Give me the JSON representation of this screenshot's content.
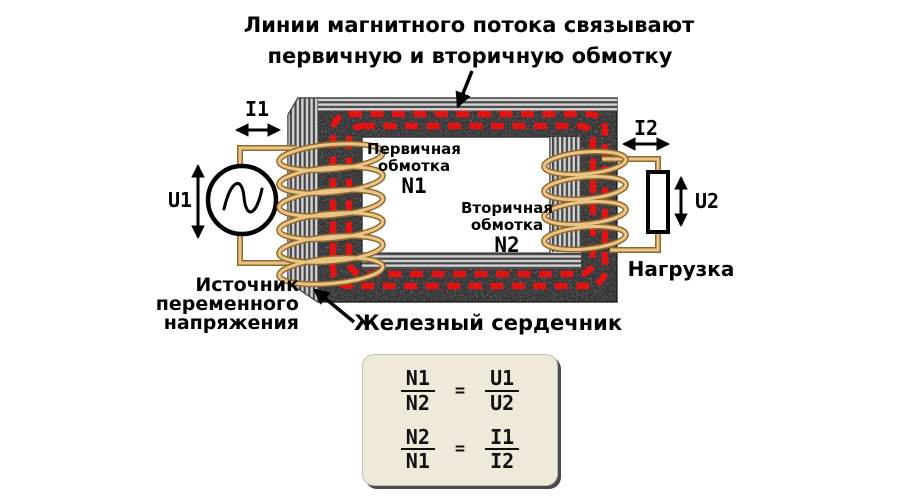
{
  "title": {
    "line1": "Линии магнитного потока связывают",
    "line2": "первичную и вторичную обмотку"
  },
  "source": {
    "current_label": "I1",
    "voltage_label": "U1",
    "name_line1": "Источник",
    "name_line2": "переменного",
    "name_line3": "напряжения"
  },
  "primary_winding": {
    "line1": "Первичная",
    "line2": "обмотка",
    "symbol": "N1"
  },
  "secondary_winding": {
    "line1": "Вторичная",
    "line2": "обмотка",
    "symbol": "N2"
  },
  "load": {
    "current_label": "I2",
    "voltage_label": "U2",
    "name": "Нагрузка"
  },
  "core": {
    "label": "Железный сердечник"
  },
  "formulas": {
    "eq1": {
      "lhs_num": "N1",
      "lhs_den": "N2",
      "sign": "=",
      "rhs_num": "U1",
      "rhs_den": "U2"
    },
    "eq2": {
      "lhs_num": "N2",
      "lhs_den": "N1",
      "sign": "=",
      "rhs_num": "I1",
      "rhs_den": "I2"
    }
  },
  "colors": {
    "flux_line": "#e31313",
    "wire_fill": "#eac488",
    "wire_outline": "#8f6a2a",
    "core_gray": "#848484",
    "lamination_dark": "#474747",
    "lamination_light": "#d2d2d2",
    "formula_box_bg": "#eee9d8",
    "formula_box_shadow": "#4a4a4a"
  }
}
